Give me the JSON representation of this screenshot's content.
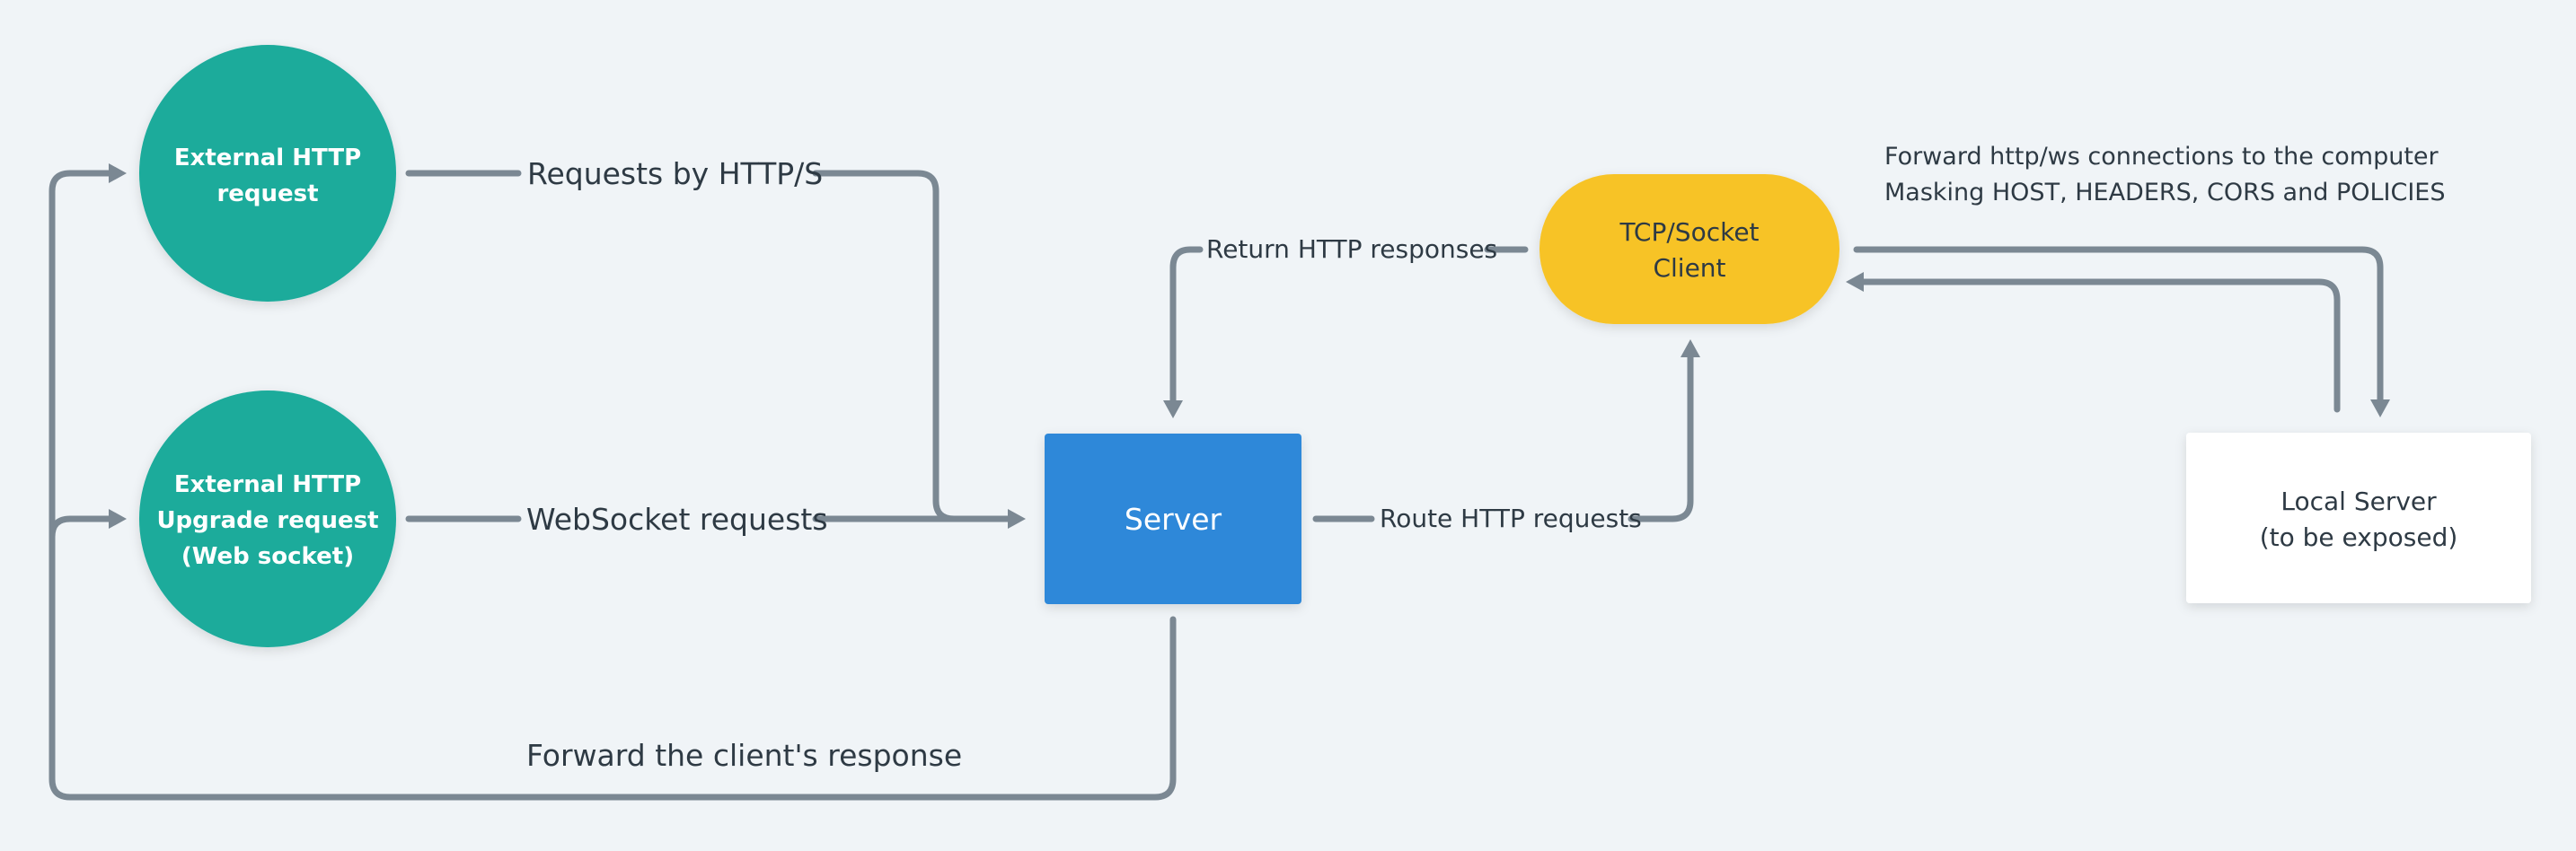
{
  "nodes": {
    "external_http": {
      "lines": [
        "External HTTP",
        "request"
      ],
      "color": "#1aab9b"
    },
    "external_upgrade": {
      "lines": [
        "External HTTP",
        "Upgrade request",
        "(Web socket)"
      ],
      "color": "#1aab9b"
    },
    "server": {
      "label": "Server",
      "color": "#2d88d9"
    },
    "tcp_client": {
      "lines": [
        "TCP/Socket",
        "Client"
      ],
      "color": "#f7c325"
    },
    "local_server": {
      "lines": [
        "Local Server",
        "(to be exposed)"
      ],
      "color": "#ffffff"
    }
  },
  "edges": {
    "requests_http": "Requests by HTTP/S",
    "websocket_requests": "WebSocket requests",
    "route_http": "Route HTTP requests",
    "return_http": "Return HTTP responses",
    "forward_response": "Forward the client's response",
    "forward_connections": [
      "Forward http/ws connections to the computer",
      "Masking HOST, HEADERS, CORS and POLICIES"
    ]
  },
  "colors": {
    "background": "#f0f4f7",
    "connector": "#7b8893",
    "text": "#2e3a44"
  }
}
